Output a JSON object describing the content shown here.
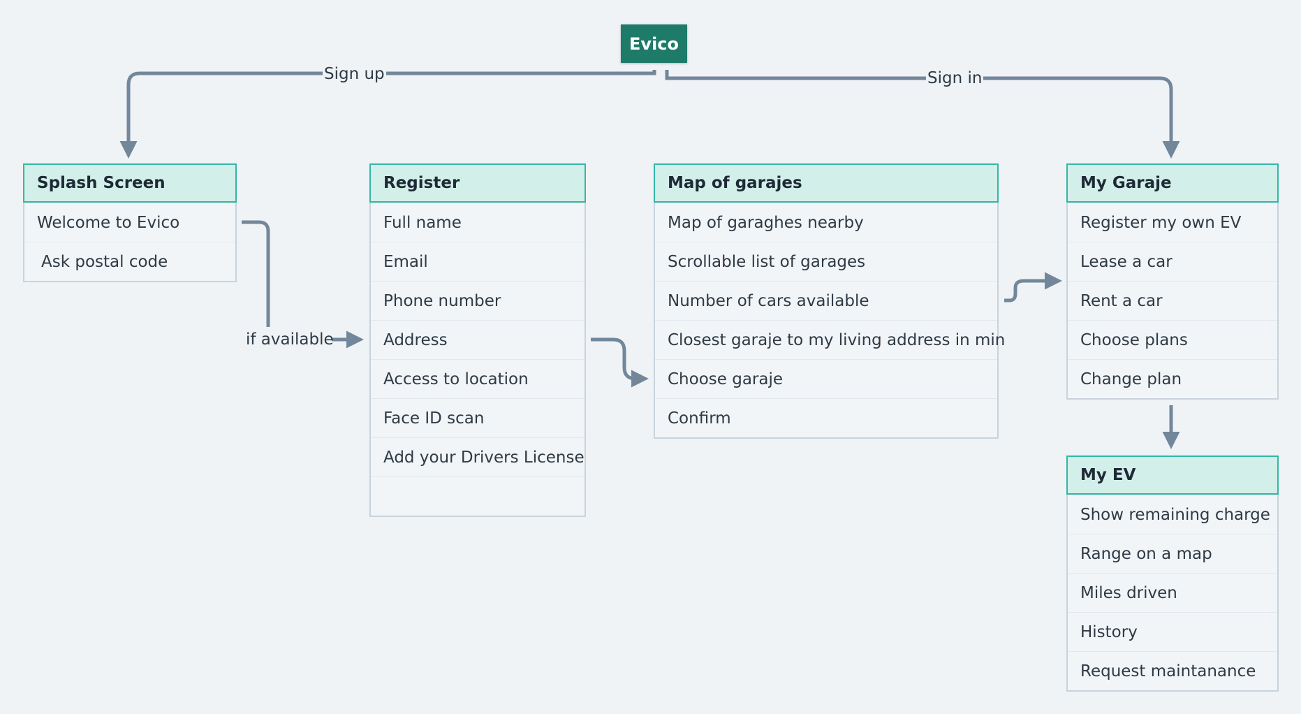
{
  "root": {
    "label": "Evico"
  },
  "edges": {
    "sign_up": "Sign up",
    "sign_in": "Sign in",
    "if_available": "if available"
  },
  "cards": {
    "splash": {
      "title": "Splash Screen",
      "rows": [
        "Welcome to Evico",
        "Ask postal code"
      ]
    },
    "register": {
      "title": "Register",
      "rows": [
        "Full name",
        "Email",
        "Phone number",
        "Address",
        "Access to location",
        "Face ID scan",
        "Add your Drivers License",
        ""
      ]
    },
    "map": {
      "title": "Map of garajes",
      "rows": [
        "Map of garaghes nearby",
        "Scrollable list of garages",
        "Number of cars available",
        "Closest garaje to my living address in min",
        "Choose garaje",
        "Confirm"
      ]
    },
    "my_garaje": {
      "title": "My Garaje",
      "rows": [
        "Register my own EV",
        "Lease a car",
        "Rent a car",
        "Choose plans",
        "Change plan"
      ]
    },
    "my_ev": {
      "title": "My EV",
      "rows": [
        "Show remaining charge",
        "Range on a map",
        "Miles driven",
        "History",
        "Request maintanance"
      ]
    }
  },
  "colors": {
    "background": "#eff3f6",
    "root": "#1e7a69",
    "header_fill": "#d3efe9",
    "header_border": "#34b6a5",
    "connector": "#72879a"
  }
}
